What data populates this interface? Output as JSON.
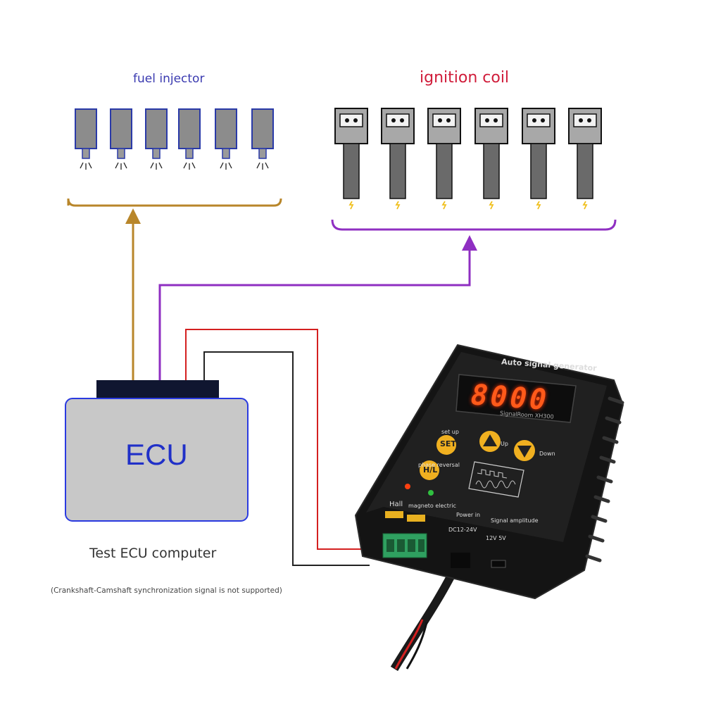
{
  "labels": {
    "fuel_injector": "fuel injector",
    "ignition_coil": "ignition coil",
    "ecu": "ECU",
    "ecu_caption": "Test ECU computer",
    "note": "(Crankshaft-Camshaft synchronization signal is not supported)"
  },
  "device": {
    "title": "Auto signal generator",
    "display_value": "8000",
    "model": "SignalRoom XH300",
    "set_label": "set up",
    "set_button": "SET",
    "hl_button": "H/L",
    "phase_label": "phase reversal",
    "up_label": "Up",
    "down_label": "Down",
    "hall_label": "Hall",
    "magneto_label": "magneto electric",
    "power_label": "Power in",
    "dc_label": "DC12-24V",
    "amplitude_label": "Signal amplitude",
    "voltage_label": "12V   5V"
  },
  "colors": {
    "injector_bracket": "#b8862a",
    "coil_bracket": "#8f2fc2",
    "red_wire": "#d42020",
    "black_wire": "#222222",
    "injector_outline": "#2a3aa8",
    "ecu_fill": "#c8c8c8",
    "ecu_outline": "#2a3ae0"
  },
  "components": {
    "injector_count": 6,
    "coil_count": 6
  }
}
